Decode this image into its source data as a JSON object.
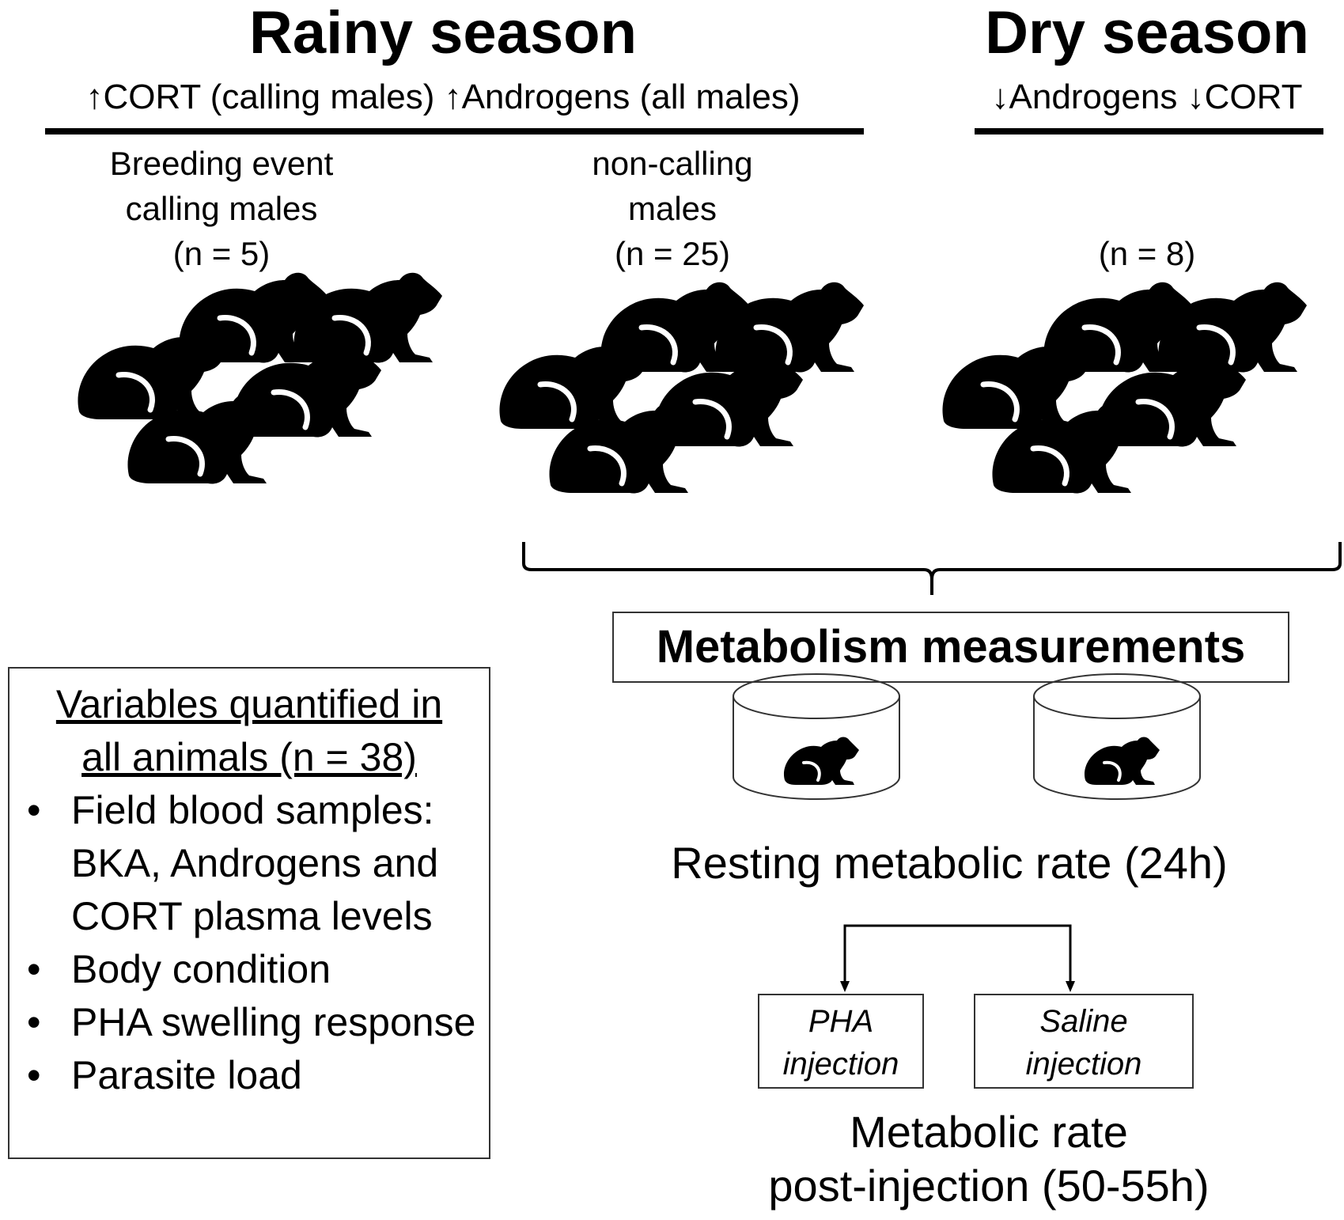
{
  "rainy": {
    "title": "Rainy season",
    "subtitle": "↑CORT (calling males) ↑Androgens (all males)",
    "groups": [
      {
        "lines": [
          "Breeding event",
          "calling males",
          "(n = 5)"
        ]
      },
      {
        "lines": [
          "non-calling",
          "males",
          "(n = 25)"
        ]
      }
    ]
  },
  "dry": {
    "title": "Dry season",
    "subtitle": "↓Androgens ↓CORT",
    "group": {
      "lines": [
        "(n = 8)"
      ]
    }
  },
  "variables": {
    "title_lines": [
      "Variables quantified in",
      "all animals (n = 38)"
    ],
    "items": [
      "Field blood samples: BKA, Androgens and CORT plasma levels",
      "Body condition",
      "PHA swelling response",
      "Parasite load"
    ]
  },
  "metabolism": {
    "title": "Metabolism measurements",
    "resting": "Resting metabolic rate (24h)",
    "injections": [
      {
        "lines": [
          "PHA",
          "injection"
        ]
      },
      {
        "lines": [
          "Saline",
          "injection"
        ]
      }
    ],
    "post_lines": [
      "Metabolic rate",
      "post-injection (50-55h)"
    ]
  },
  "icons": [
    "frog-icon",
    "chamber-icon",
    "curly-brace",
    "arrow-down"
  ]
}
